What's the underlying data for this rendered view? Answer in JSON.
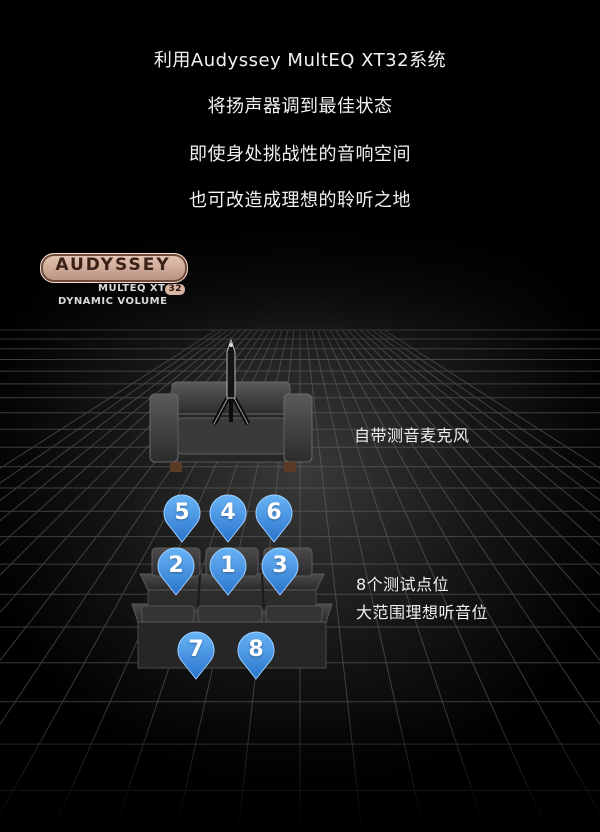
{
  "headline": {
    "line1": "利用Audyssey MultEQ XT32系统",
    "line2": "将扬声器调到最佳状态",
    "line3": "即使身处挑战性的音响空间",
    "line4": "也可改造成理想的聆听之地"
  },
  "logo": {
    "brand": "AUDYSSEY",
    "line1_prefix": "MULTEQ XT",
    "line1_badge": "32",
    "line2": "DYNAMIC VOLUME"
  },
  "labels": {
    "mic": "自带测音麦克风",
    "points_line1": "8个测试点位",
    "points_line2": "大范围理想听音位"
  },
  "points": [
    "5",
    "4",
    "6",
    "2",
    "1",
    "3",
    "7",
    "8"
  ],
  "colors": {
    "pin_blue": "#3d8fe0",
    "logo_copper": "#d2ad99"
  }
}
